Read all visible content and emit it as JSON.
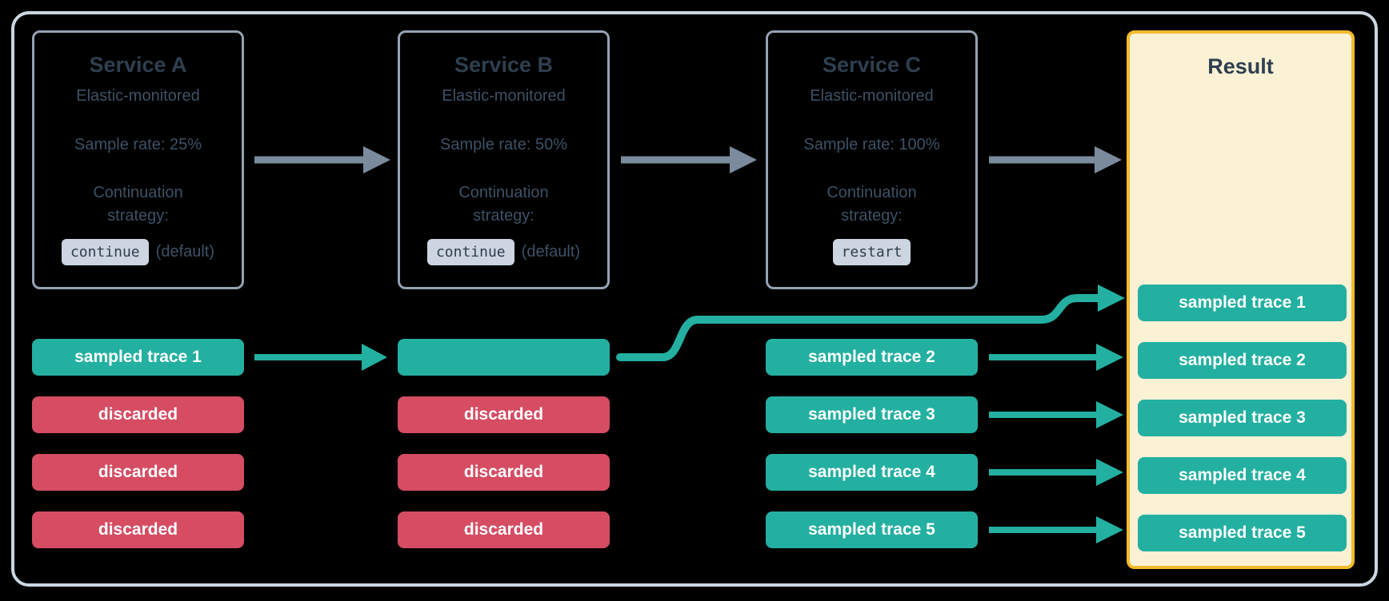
{
  "colors": {
    "background": "#000000",
    "frame_border": "#ccd6e2",
    "service_border": "#95a2b3",
    "title_text": "#2e3f50",
    "body_text": "#3d5166",
    "chip_bg": "#ccd5e0",
    "chip_text": "#2f3e4e",
    "sampled_teal": "#23b0a1",
    "discarded_red": "#d54c63",
    "result_bg": "#fbf1d5",
    "result_border": "#f2ba2c",
    "arrow_gray": "#7b8a9c",
    "bar_text": "#ffffff"
  },
  "services": [
    {
      "title": "Service A",
      "monitoring": "Elastic-monitored",
      "sample_rate": "Sample rate: 25%",
      "strategy_label": "Continuation strategy:",
      "strategy_value": "continue",
      "strategy_suffix": "(default)"
    },
    {
      "title": "Service B",
      "monitoring": "Elastic-monitored",
      "sample_rate": "Sample rate: 50%",
      "strategy_label": "Continuation strategy:",
      "strategy_value": "continue",
      "strategy_suffix": "(default)"
    },
    {
      "title": "Service C",
      "monitoring": "Elastic-monitored",
      "sample_rate": "Sample rate: 100%",
      "strategy_label": "Continuation strategy:",
      "strategy_value": "restart",
      "strategy_suffix": ""
    }
  ],
  "trace_rows": {
    "service_a": [
      "sampled trace 1",
      "discarded",
      "discarded",
      "discarded"
    ],
    "service_b": [
      "",
      "discarded",
      "discarded",
      "discarded"
    ],
    "service_c": [
      "sampled trace 2",
      "sampled trace 3",
      "sampled trace 4",
      "sampled trace 5"
    ]
  },
  "result": {
    "title": "Result",
    "rows": [
      "sampled trace 1",
      "sampled trace 2",
      "sampled trace 3",
      "sampled trace 4",
      "sampled trace 5"
    ]
  }
}
